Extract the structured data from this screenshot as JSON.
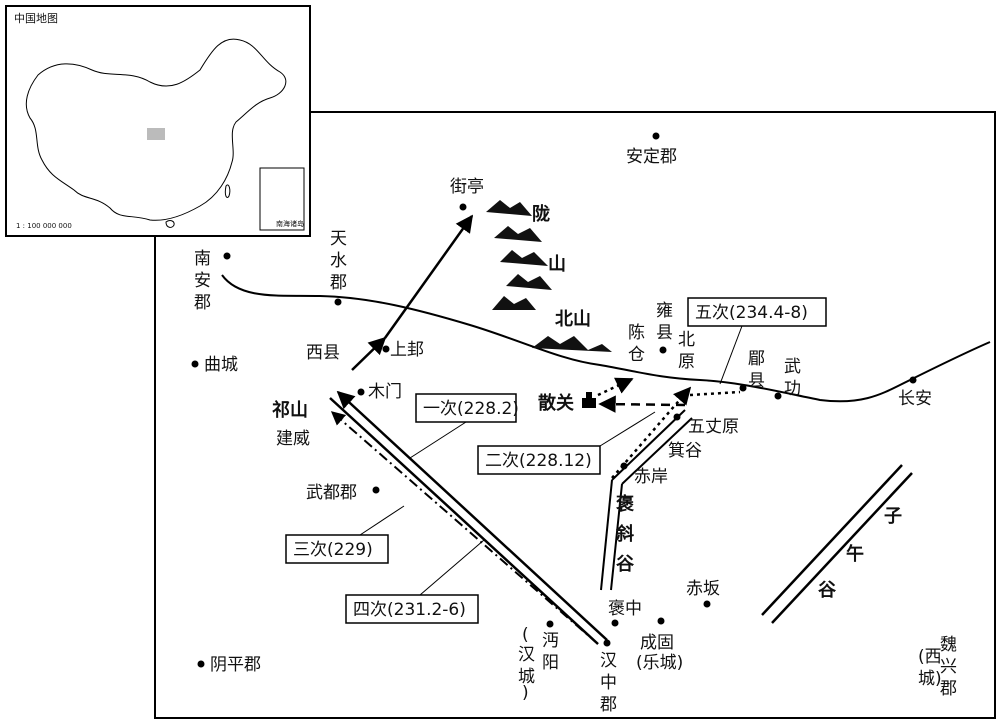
{
  "inset": {
    "title": "中国地图",
    "scale": "1 : 100 000 000",
    "south_sea_label": "南海诸岛"
  },
  "places": {
    "anding": "安定郡",
    "jieting": "街亭",
    "nanan": "南安郡",
    "tianshui": "天水郡",
    "qucheng": "曲城",
    "xixian": "西县",
    "shanggui": "上邽",
    "mumen": "木门",
    "qishan": "祁山",
    "jianwei": "建威",
    "wudu": "武都郡",
    "yongxian": "雍县",
    "chencang": "陈仓",
    "beiyuan": "北原",
    "meixian": "郿县",
    "wugong": "武功",
    "changan": "长安",
    "sanguan": "散关",
    "wuzhangyuan": "五丈原",
    "jigu": "箕谷",
    "chian_bank": "赤岸",
    "chiban": "赤坂",
    "baozhong": "褒中",
    "chenggu": "成固",
    "yuecheng": "(乐城)",
    "mianyang": "沔阳",
    "hancheng": "(汉城)",
    "hanzhong": "汉中郡",
    "yinping": "阴平郡",
    "weixing": "魏兴郡",
    "xicheng": "(西城)"
  },
  "mountains": {
    "longshan": "陇山",
    "beishan": "北山"
  },
  "valleys": {
    "baoxie": "褒斜谷",
    "ziwu": "子午谷"
  },
  "campaigns": [
    {
      "label": "一次(228.2)"
    },
    {
      "label": "二次(228.12)"
    },
    {
      "label": "三次(229)"
    },
    {
      "label": "四次(231.2-6)"
    },
    {
      "label": "五次(234.4-8)"
    }
  ]
}
